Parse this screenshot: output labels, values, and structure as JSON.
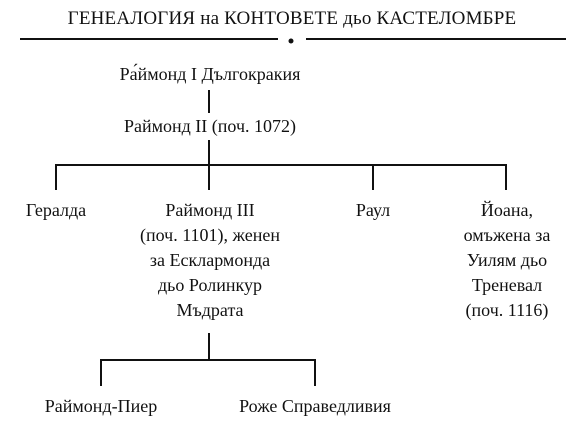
{
  "title": "ГЕНЕАЛОГИЯ на КОНТОВЕТЕ дьо КАСТЕЛОМБРЕ",
  "root": "Ра́ймонд I Дългокракия",
  "gen2": "Раймонд II (поч. 1072)",
  "children": {
    "geralda": "Гералда",
    "raymond3": [
      "Раймонд III",
      "(поч. 1101), женен",
      "за Есклармонда",
      "дьо Ролинкур",
      "Мъдрата"
    ],
    "raoul": "Раул",
    "yoana": [
      "Йоана,",
      "омъжена за",
      "Уилям дьо",
      "Треневал",
      "(поч. 1116)"
    ]
  },
  "grandchildren": {
    "raymond_pierre": "Раймонд-Пиер",
    "roger": "Роже Справедливия"
  }
}
